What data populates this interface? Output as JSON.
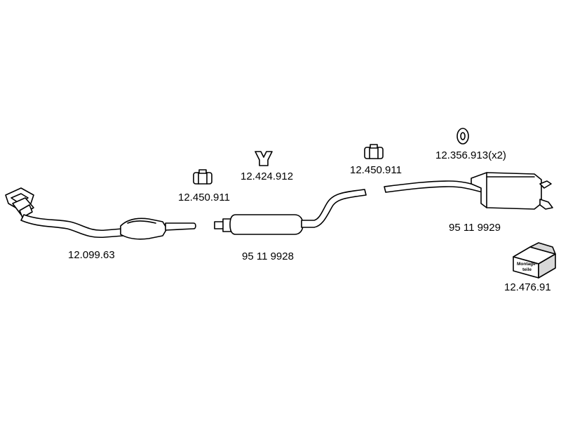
{
  "diagram": {
    "parts": [
      {
        "id": "front-pipe-catalyst",
        "number": "12.099.63"
      },
      {
        "id": "clamp-front",
        "number": "12.450.911"
      },
      {
        "id": "hanger-center",
        "number": "12.424.912"
      },
      {
        "id": "center-silencer",
        "number": "95 11 9928"
      },
      {
        "id": "clamp-rear",
        "number": "12.450.911"
      },
      {
        "id": "rubber-mount",
        "number": "12.356.913(x2)"
      },
      {
        "id": "rear-silencer",
        "number": "95 11 9929"
      },
      {
        "id": "mounting-kit",
        "number": "12.476.91"
      }
    ],
    "mounting_kit_box_text": [
      "Montage-",
      "teile"
    ],
    "colors": {
      "line": "#000000",
      "fill": "#ffffff",
      "shade": "#d8d8d8"
    }
  }
}
